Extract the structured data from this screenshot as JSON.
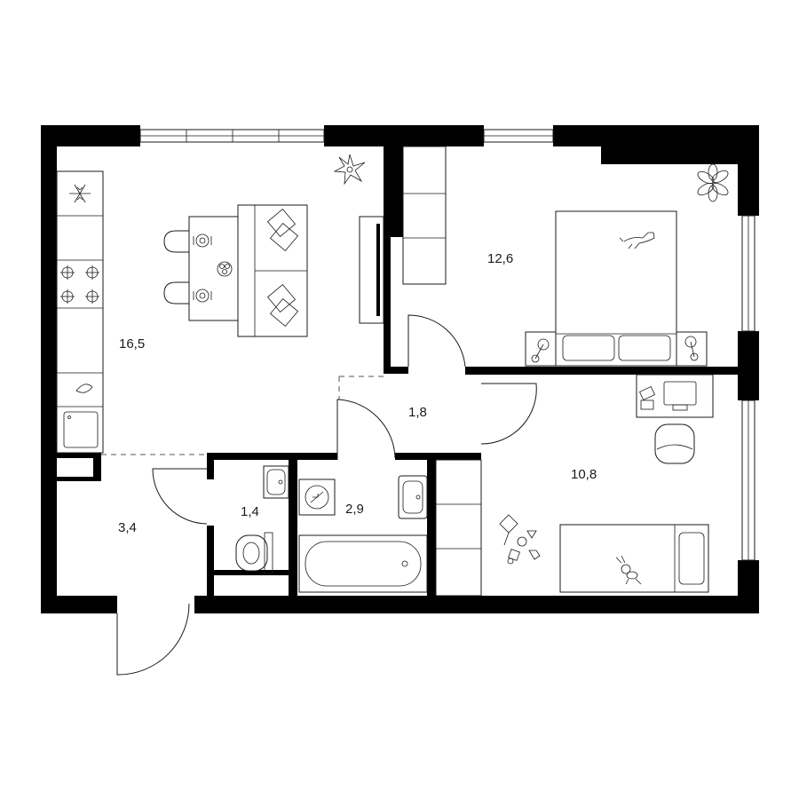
{
  "rooms": [
    {
      "id": "living-kitchen",
      "area": "16,5"
    },
    {
      "id": "bedroom",
      "area": "12,6"
    },
    {
      "id": "hallway",
      "area": "1,8"
    },
    {
      "id": "bathroom",
      "area": "2,9"
    },
    {
      "id": "toilet",
      "area": "1,4"
    },
    {
      "id": "entrance",
      "area": "3,4"
    },
    {
      "id": "kids-room",
      "area": "10,8"
    }
  ],
  "colors": {
    "wall": "#000000",
    "line": "#1a1a1a",
    "background": "#ffffff"
  }
}
